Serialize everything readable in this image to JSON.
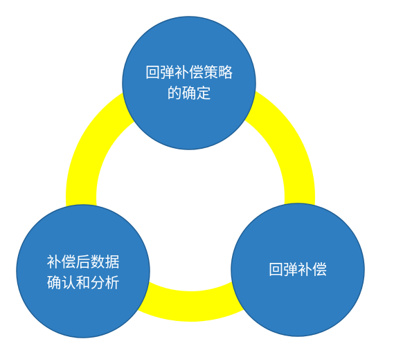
{
  "diagram": {
    "ring_color": "#ffff00",
    "node_color": "#2f7ec1",
    "node_border_color": "#1f5f96",
    "label_color": "#ffffff",
    "nodes": [
      {
        "lines": [
          "回弹补偿策略",
          "的确定"
        ]
      },
      {
        "lines": [
          "回弹补偿"
        ]
      },
      {
        "lines": [
          "补偿后数据",
          "确认和分析"
        ]
      }
    ]
  }
}
